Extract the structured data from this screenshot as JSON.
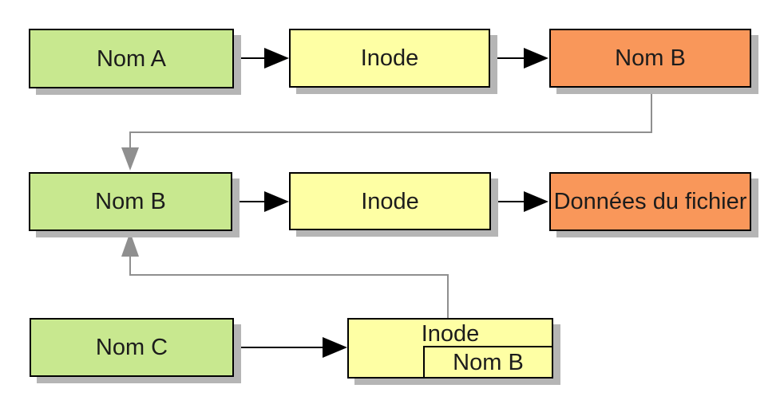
{
  "colors": {
    "green": "#c8e88f",
    "yellow": "#feffa4",
    "orange": "#f9975a",
    "border": "#000000",
    "shadow": "#b5b5b5",
    "gray": "#8f8f8f",
    "text": "#1c1c1c",
    "bg": "#ffffff"
  },
  "boxes": {
    "nom_a": "Nom A",
    "inode_row1": "Inode",
    "nom_b_row1": "Nom B",
    "nom_b_row2": "Nom B",
    "inode_row2": "Inode",
    "donnees_fichier": "Données du fichier",
    "nom_c": "Nom C",
    "inode_row3": "Inode",
    "inode_row3_entry": "Nom B"
  }
}
